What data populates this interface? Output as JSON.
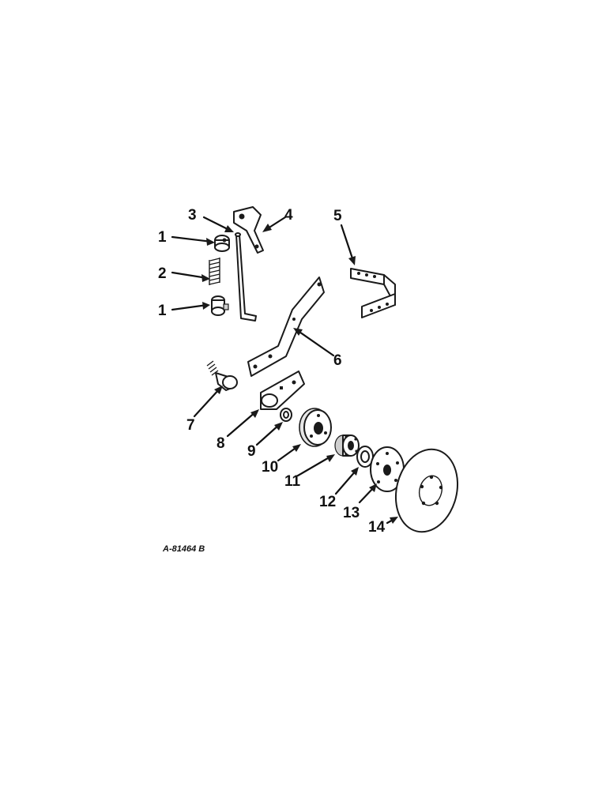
{
  "diagram": {
    "callouts": [
      {
        "id": "c1a",
        "text": "1"
      },
      {
        "id": "c2",
        "text": "2"
      },
      {
        "id": "c1b",
        "text": "1"
      },
      {
        "id": "c3",
        "text": "3"
      },
      {
        "id": "c4",
        "text": "4"
      },
      {
        "id": "c5",
        "text": "5"
      },
      {
        "id": "c6",
        "text": "6"
      },
      {
        "id": "c7",
        "text": "7"
      },
      {
        "id": "c8",
        "text": "8"
      },
      {
        "id": "c9",
        "text": "9"
      },
      {
        "id": "c10",
        "text": "10"
      },
      {
        "id": "c11",
        "text": "11"
      },
      {
        "id": "c12",
        "text": "12"
      },
      {
        "id": "c13",
        "text": "13"
      },
      {
        "id": "c14",
        "text": "14"
      }
    ],
    "drawing_code": "A-81464 B"
  },
  "colors": {
    "ink": "#111111",
    "paper": "#ffffff"
  }
}
